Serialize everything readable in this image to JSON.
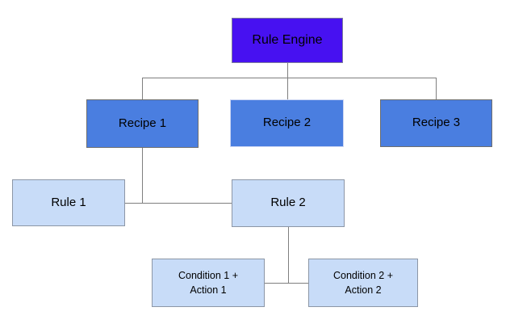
{
  "diagram": {
    "type": "hierarchy-flowchart",
    "background": "#ffffff",
    "nodes": {
      "rule_engine": {
        "label": "Rule Engine",
        "fill": "#4711f1",
        "border": "#7c7c9c",
        "text_color": "#000000"
      },
      "recipe1": {
        "label": "Recipe 1",
        "fill": "#4a7ee0",
        "border": "#6e6e6e",
        "text_color": "#000000"
      },
      "recipe2": {
        "label": "Recipe 2",
        "fill": "#4a7ee0",
        "border": "#ccd6f3",
        "text_color": "#000000"
      },
      "recipe3": {
        "label": "Recipe 3",
        "fill": "#4a7ee0",
        "border": "#6e6e6e",
        "text_color": "#000000"
      },
      "rule1": {
        "label": "Rule 1",
        "fill": "#c8dcf8",
        "border": "#8c96a6",
        "text_color": "#000000"
      },
      "rule2": {
        "label": "Rule 2",
        "fill": "#c8dcf8",
        "border": "#8c96a6",
        "text_color": "#000000"
      },
      "condition1": {
        "label": "Condition 1 +\nAction 1",
        "fill": "#c8dcf8",
        "border": "#8c96a6",
        "text_color": "#000000"
      },
      "condition2": {
        "label": "Condition 2 +\nAction 2",
        "fill": "#c8dcf8",
        "border": "#8c96a6",
        "text_color": "#000000"
      }
    },
    "edges": [
      {
        "from": "rule_engine",
        "to": "recipe1"
      },
      {
        "from": "rule_engine",
        "to": "recipe2"
      },
      {
        "from": "rule_engine",
        "to": "recipe3"
      },
      {
        "from": "recipe1",
        "to": "rule1"
      },
      {
        "from": "recipe1",
        "to": "rule2"
      },
      {
        "from": "rule2",
        "to": "condition1"
      },
      {
        "from": "rule2",
        "to": "condition2"
      }
    ],
    "connector_color": "#7f7f7f"
  }
}
